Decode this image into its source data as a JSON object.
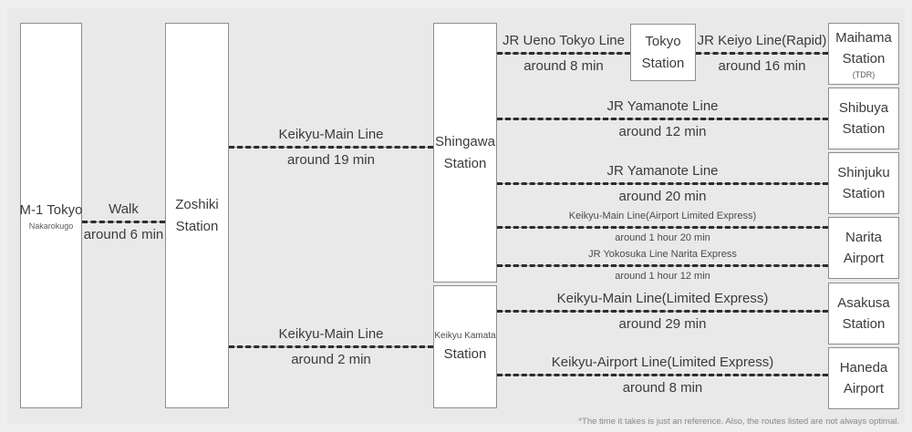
{
  "diagram": {
    "background_color": "#e9e9e9",
    "box_border_color": "#8d8d8d",
    "line_color": "#2d2d2d",
    "footnote": "*The time it takes is just an reference. Also, the routes listed are not always optimal."
  },
  "stations": {
    "origin": {
      "name": "M-1 Tokyo",
      "sub": "Nakarokugo"
    },
    "zoshiki": {
      "line1": "Zoshiki",
      "line2": "Station"
    },
    "shingawa": {
      "line1": "Shingawa",
      "line2": "Station"
    },
    "keikyu_kamata": {
      "line1": "Keikyu Kamata",
      "line2": "Station"
    },
    "tokyo": {
      "line1": "Tokyo",
      "line2": "Station"
    },
    "maihama": {
      "line1": "Maihama",
      "line2": "Station",
      "sub": "(TDR)"
    },
    "shibuya": {
      "line1": "Shibuya",
      "line2": "Station"
    },
    "shinjuku": {
      "line1": "Shinjuku",
      "line2": "Station"
    },
    "narita": {
      "line1": "Narita",
      "line2": "Airport"
    },
    "asakusa": {
      "line1": "Asakusa",
      "line2": "Station"
    },
    "haneda": {
      "line1": "Haneda",
      "line2": "Airport"
    }
  },
  "routes": {
    "walk": {
      "mode": "Walk",
      "duration": "around 6 min"
    },
    "zoshiki_shingawa": {
      "mode": "Keikyu-Main Line",
      "duration": "around 19 min"
    },
    "zoshiki_kamata": {
      "mode": "Keikyu-Main Line",
      "duration": "around 2 min"
    },
    "shingawa_tokyo": {
      "mode": "JR Ueno Tokyo Line",
      "duration": "around 8 min"
    },
    "tokyo_maihama": {
      "mode": "JR Keiyo Line(Rapid)",
      "duration": "around 16 min"
    },
    "shingawa_shibuya": {
      "mode": "JR Yamanote Line",
      "duration": "around 12 min"
    },
    "shingawa_shinjuku": {
      "mode": "JR Yamanote Line",
      "duration": "around 20 min"
    },
    "shingawa_narita_kk": {
      "mode": "Keikyu-Main Line(Airport Limited Express)",
      "duration": "around 1 hour 20 min"
    },
    "shingawa_narita_nex": {
      "mode": "JR Yokosuka Line Narita Express",
      "duration": "around 1 hour 12 min"
    },
    "kamata_asakusa": {
      "mode": "Keikyu-Main Line(Limited Express)",
      "duration": "around 29 min"
    },
    "kamata_haneda": {
      "mode": "Keikyu-Airport Line(Limited Express)",
      "duration": "around 8 min"
    }
  }
}
